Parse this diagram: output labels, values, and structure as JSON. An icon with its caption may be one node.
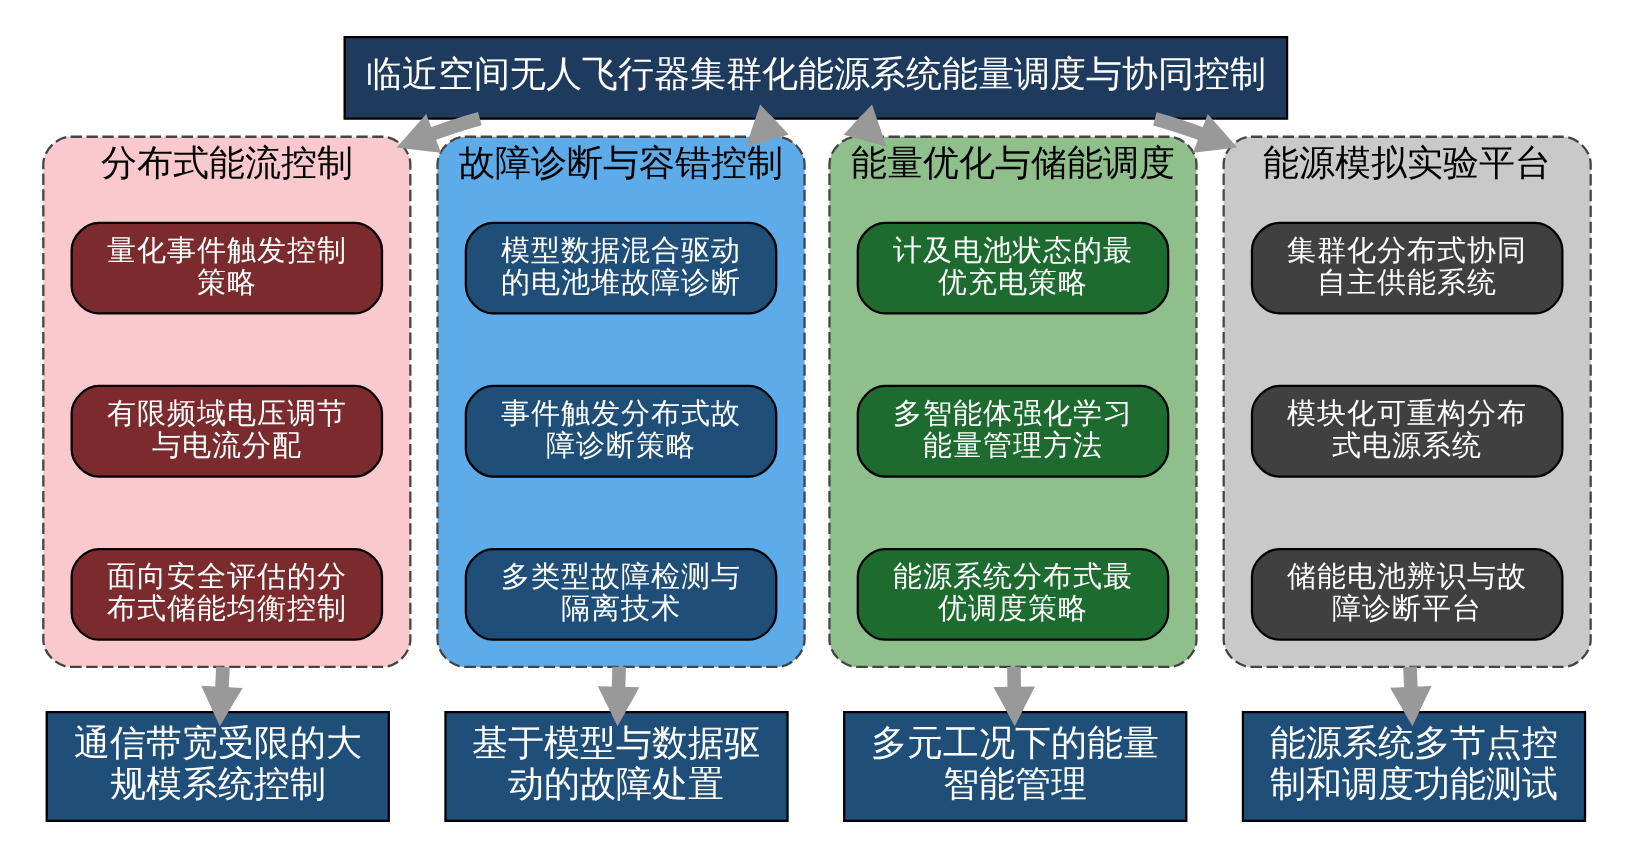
{
  "diagram": {
    "nodes": [
      {
        "text": [
          "临近空间无人飞行器集群化能源系统能量调度与协同控制"
        ]
      },
      {
        "text": [
          "分布式能流控制"
        ]
      },
      {
        "text": [
          "量化事件触发控制策略"
        ],
        "in": 1
      },
      {
        "text": [
          "有限频域电压调节与电流分配"
        ],
        "in": 1
      },
      {
        "text": [
          "面向安全评估的分布式储能均衡控制"
        ],
        "in": 1
      },
      {
        "text": [
          "故障诊断与容错控制"
        ]
      },
      {
        "text": [
          "模型数据混合驱动的电池堆故障诊断"
        ],
        "in": 5
      },
      {
        "text": [
          "事件触发分布式故障诊断策略"
        ],
        "in": 5
      },
      {
        "text": [
          "多类型故障检测与隔离技术"
        ],
        "in": 5
      },
      {
        "text": [
          "能量优化与储能调度"
        ]
      },
      {
        "text": [
          "计及电池状态的最优充电策略"
        ],
        "in": 9
      },
      {
        "text": [
          "多智能体强化学习能量管理方法"
        ],
        "in": 9
      },
      {
        "text": [
          "能源系统分布式最优调度策略"
        ],
        "in": 9
      },
      {
        "text": [
          "能源模拟实验平台"
        ]
      },
      {
        "text": [
          "集群化分布式协同自主供能系统"
        ],
        "in": 13
      },
      {
        "text": [
          "模块化可重构分布式电源系统"
        ],
        "in": 13
      },
      {
        "text": [
          "储能电池辨识与故障诊断平台"
        ],
        "in": 13
      },
      {
        "text": [
          "通信带宽受限的大规模系统控制"
        ]
      },
      {
        "text": [
          "基于模型与数据驱动的故障处置"
        ]
      },
      {
        "text": [
          "多元工况下的能量智能管理"
        ]
      },
      {
        "text": [
          "能源系统多节点控制和调度功能测试"
        ]
      }
    ],
    "edges": [
      {
        "from": 0,
        "to": 1,
        "arrow": "to"
      },
      {
        "from": 0,
        "to": 5,
        "arrow": "to"
      },
      {
        "from": 0,
        "to": 9,
        "arrow": "to"
      },
      {
        "from": 0,
        "to": 13,
        "arrow": "to"
      },
      {
        "from": 1,
        "to": 17,
        "arrow": "to"
      },
      {
        "from": 5,
        "to": 18,
        "arrow": "to"
      },
      {
        "from": 9,
        "to": 19,
        "arrow": "to"
      },
      {
        "from": 13,
        "to": 20,
        "arrow": "to"
      }
    ]
  }
}
